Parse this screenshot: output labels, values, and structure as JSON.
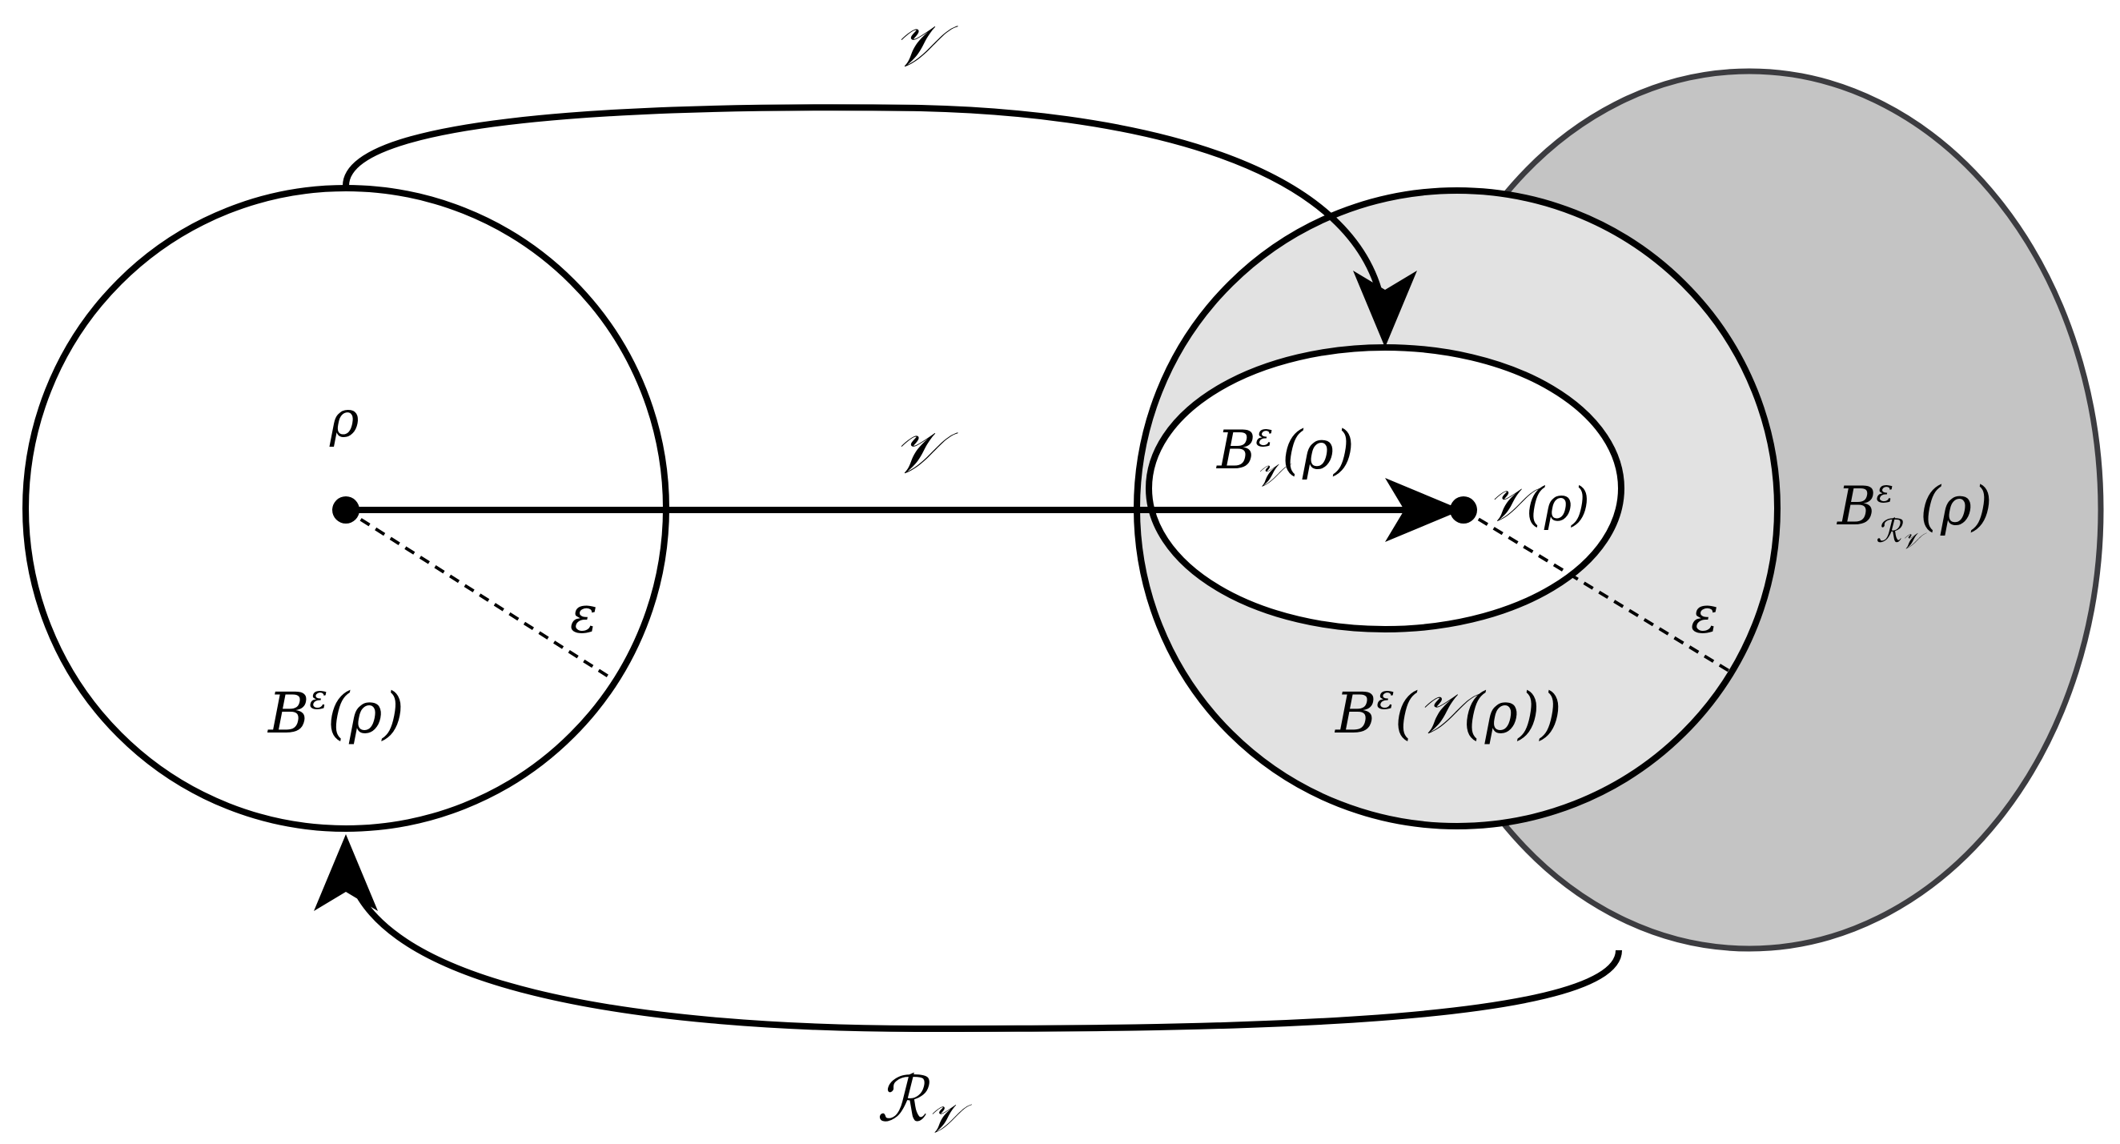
{
  "labels": {
    "v_top": "𝒱",
    "v_middle": "𝒱",
    "r_v_bottom": "ℛ",
    "r_v_bottom_sub": "𝒱",
    "rho": "ρ",
    "eps_left": "ε",
    "eps_right": "ε",
    "ball_rho": "B",
    "ball_rho_sup": "ε",
    "ball_rho_arg": "(ρ)",
    "ball_v_rho": "B",
    "ball_v_rho_sup": "ε",
    "ball_v_rho_sub": "𝒱",
    "ball_v_rho_arg": "(ρ)",
    "v_of_rho": "𝒱(ρ)",
    "ball_of_v_rho": "B",
    "ball_of_v_rho_sup": "ε",
    "ball_of_v_rho_arg": "(𝒱(ρ))",
    "ball_rv_rho": "B",
    "ball_rv_rho_sup": "ε",
    "ball_rv_rho_sub": "ℛ",
    "ball_rv_rho_subsub": "𝒱",
    "ball_rv_rho_arg": "(ρ)"
  },
  "colors": {
    "stroke": "#000000",
    "outer_ball_fill": "#c4c4c4",
    "outer_ball_stroke": "#3c3c40",
    "middle_ball_fill": "#e2e2e2",
    "inner_ellipse_fill": "#ffffff"
  }
}
